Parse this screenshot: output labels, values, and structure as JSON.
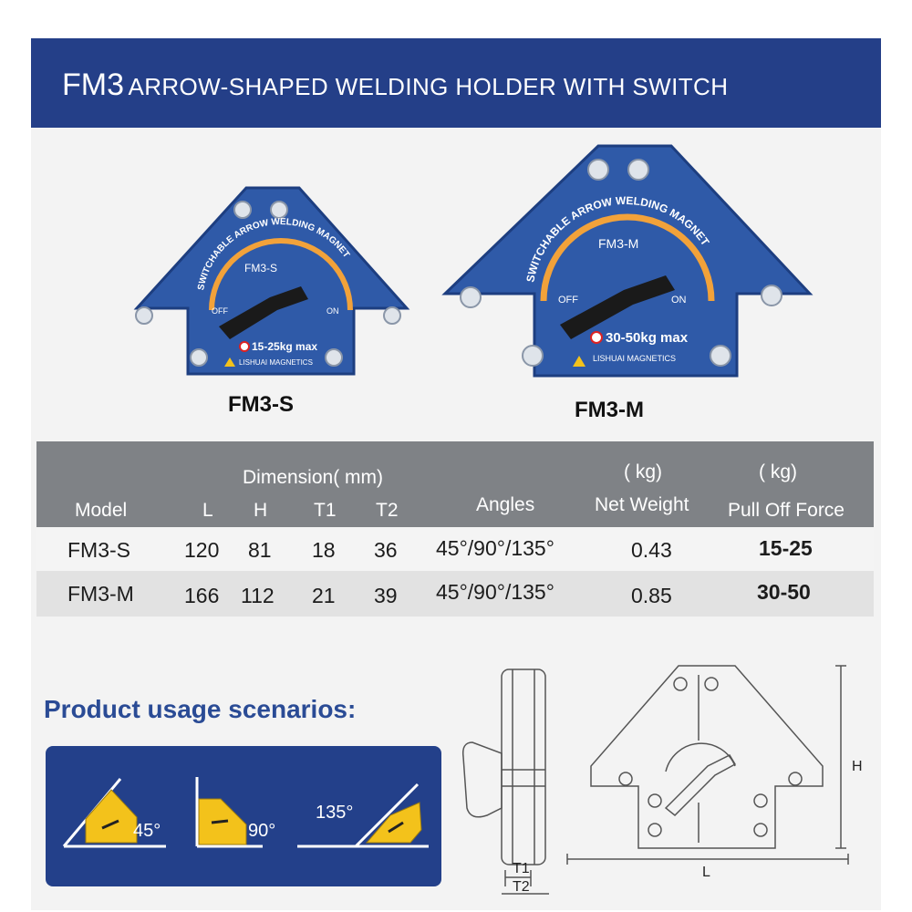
{
  "header": {
    "model": "FM3",
    "title": "ARROW-SHAPED WELDING HOLDER WITH SWITCH"
  },
  "products": [
    {
      "label": "FM3-S",
      "arc_text": "SWITCHABLE ARROW WELDING MAGNET",
      "model_text": "FM3-S",
      "off": "OFF",
      "on": "ON",
      "capacity": "15-25kg max",
      "brand": "LISHUAI MAGNETICS"
    },
    {
      "label": "FM3-M",
      "arc_text": "SWITCHABLE ARROW WELDING MAGNET",
      "model_text": "FM3-M",
      "off": "OFF",
      "on": "ON",
      "capacity": "30-50kg max",
      "brand": "LISHUAI MAGNETICS"
    }
  ],
  "spec_table": {
    "dimension_header": "Dimension( mm)",
    "unit_weight": "( kg)",
    "unit_force": "( kg)",
    "columns": [
      "Model",
      "L",
      "H",
      "T1",
      "T2",
      "Angles",
      "Net Weight",
      "Pull Off Force"
    ],
    "rows": [
      [
        "FM3-S",
        "120",
        "81",
        "18",
        "36",
        "45°/90°/135°",
        "0.43",
        "15-25"
      ],
      [
        "FM3-M",
        "166",
        "112",
        "21",
        "39",
        "45°/90°/135°",
        "0.85",
        "30-50"
      ]
    ]
  },
  "usage": {
    "title": "Product usage scenarios:",
    "angles": [
      "45°",
      "90°",
      "135°"
    ]
  },
  "drawing": {
    "h": "H",
    "l": "L",
    "t1": "T1",
    "t2": "T2"
  },
  "colors": {
    "brand_blue": "#243f88",
    "magnet_blue": "#2f5aa8",
    "magnet_yellow": "#f3c21b",
    "table_header": "#7f8286"
  }
}
